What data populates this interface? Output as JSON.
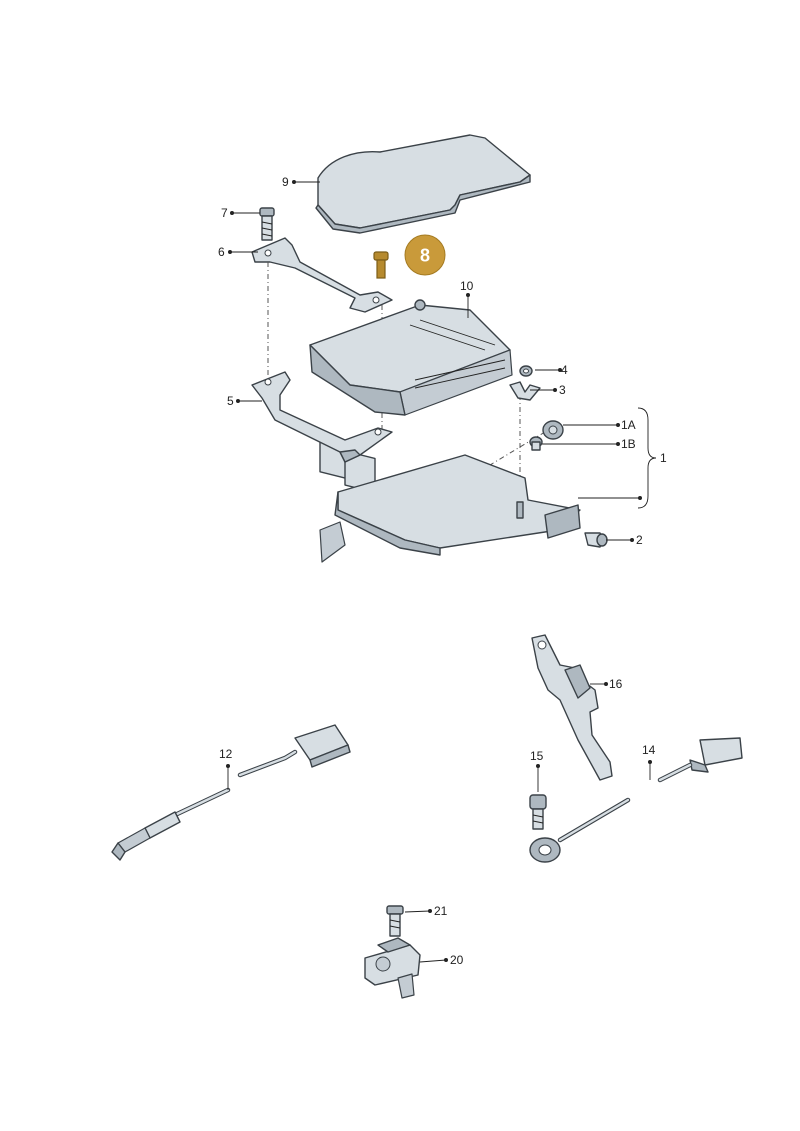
{
  "labels": {
    "p1": "1",
    "p1a": "1A",
    "p1b": "1B",
    "p2": "2",
    "p3": "3",
    "p4": "4",
    "p5": "5",
    "p6": "6",
    "p7": "7",
    "p9": "9",
    "p10": "10",
    "p12": "12",
    "p14": "14",
    "p15": "15",
    "p16": "16",
    "p20": "20",
    "p21": "21"
  },
  "highlight": {
    "label": "8",
    "color": "#c99a3a"
  },
  "colors": {
    "part_fill": "#d7dee3",
    "outline": "#3b4248",
    "highlight_gold": "#c99a3a"
  }
}
